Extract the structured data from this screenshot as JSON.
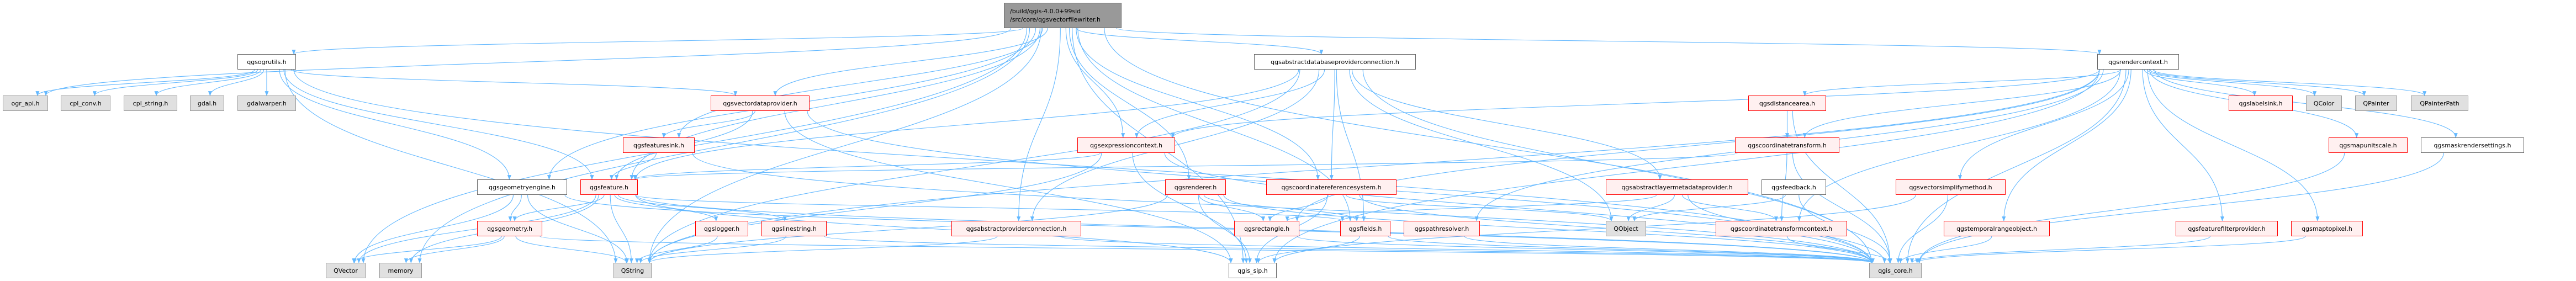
{
  "title": "Include dependency graph",
  "colors": {
    "edge": "#63B8FF",
    "root_fill": "#999999",
    "red_border": "#FF0000",
    "red_fill": "#FFF0F0",
    "ext_fill": "#E0E0E0"
  },
  "root": {
    "id": "root",
    "line1": "/build/qgis-4.0.0+99sid",
    "line2": "/src/core/qgsvectorfilewriter.h"
  },
  "nodes": [
    {
      "id": "ogrutils",
      "label": "qgsogrutils.h",
      "kind": "plain"
    },
    {
      "id": "absdbconn",
      "label": "qgsabstractdatabaseproviderconnection.h",
      "kind": "plain"
    },
    {
      "id": "rendercontext",
      "label": "qgsrendercontext.h",
      "kind": "plain"
    },
    {
      "id": "ogr_api",
      "label": "ogr_api.h",
      "kind": "ext"
    },
    {
      "id": "cpl_conv",
      "label": "cpl_conv.h",
      "kind": "ext"
    },
    {
      "id": "cpl_string",
      "label": "cpl_string.h",
      "kind": "ext"
    },
    {
      "id": "gdal",
      "label": "gdal.h",
      "kind": "ext"
    },
    {
      "id": "gdalwarper",
      "label": "gdalwarper.h",
      "kind": "ext"
    },
    {
      "id": "vectordataprovider",
      "label": "qgsvectordataprovider.h",
      "kind": "red"
    },
    {
      "id": "distancearea",
      "label": "qgsdistancearea.h",
      "kind": "red"
    },
    {
      "id": "labelsink",
      "label": "qgslabelsink.h",
      "kind": "red"
    },
    {
      "id": "QColor",
      "label": "QColor",
      "kind": "ext"
    },
    {
      "id": "QPainter",
      "label": "QPainter",
      "kind": "ext"
    },
    {
      "id": "QPainterPath",
      "label": "QPainterPath",
      "kind": "ext"
    },
    {
      "id": "featuresink",
      "label": "qgsfeaturesink.h",
      "kind": "red"
    },
    {
      "id": "expressioncontext",
      "label": "qgsexpressioncontext.h",
      "kind": "red"
    },
    {
      "id": "coordtransform",
      "label": "qgscoordinatetransform.h",
      "kind": "red"
    },
    {
      "id": "mapunitscale",
      "label": "qgsmapunitscale.h",
      "kind": "red"
    },
    {
      "id": "maskrender",
      "label": "qgsmaskrendersettings.h",
      "kind": "plain"
    },
    {
      "id": "geometryengine",
      "label": "qgsgeometryengine.h",
      "kind": "plain"
    },
    {
      "id": "feature",
      "label": "qgsfeature.h",
      "kind": "red"
    },
    {
      "id": "renderer",
      "label": "qgsrenderer.h",
      "kind": "red"
    },
    {
      "id": "crs",
      "label": "qgscoordinatereferencesystem.h",
      "kind": "red"
    },
    {
      "id": "layermeta",
      "label": "qgsabstractlayermetadataprovider.h",
      "kind": "red"
    },
    {
      "id": "feedback",
      "label": "qgsfeedback.h",
      "kind": "plain"
    },
    {
      "id": "simplify",
      "label": "qgsvectorsimplifymethod.h",
      "kind": "red"
    },
    {
      "id": "geometry",
      "label": "qgsgeometry.h",
      "kind": "red"
    },
    {
      "id": "logger",
      "label": "qgslogger.h",
      "kind": "red"
    },
    {
      "id": "linestring",
      "label": "qgslinestring.h",
      "kind": "red"
    },
    {
      "id": "absprovconn",
      "label": "qgsabstractproviderconnection.h",
      "kind": "red"
    },
    {
      "id": "rectangle",
      "label": "qgsrectangle.h",
      "kind": "red"
    },
    {
      "id": "fields",
      "label": "qgsfields.h",
      "kind": "red"
    },
    {
      "id": "pathresolver",
      "label": "qgspathresolver.h",
      "kind": "red"
    },
    {
      "id": "QObject",
      "label": "QObject",
      "kind": "ext"
    },
    {
      "id": "ctcontext",
      "label": "qgscoordinatetransformcontext.h",
      "kind": "red"
    },
    {
      "id": "temporal",
      "label": "qgstemporalrangeobject.h",
      "kind": "red"
    },
    {
      "id": "featfilter",
      "label": "qgsfeaturefilterprovider.h",
      "kind": "red"
    },
    {
      "id": "maptopixel",
      "label": "qgsmaptopixel.h",
      "kind": "red"
    },
    {
      "id": "QVector",
      "label": "QVector",
      "kind": "ext"
    },
    {
      "id": "memory",
      "label": "memory",
      "kind": "ext"
    },
    {
      "id": "QString",
      "label": "QString",
      "kind": "ext"
    },
    {
      "id": "qgis_sip",
      "label": "qgis_sip.h",
      "kind": "plain"
    },
    {
      "id": "qgis_core",
      "label": "qgis_core.h",
      "kind": "ext"
    }
  ],
  "edges": [
    [
      "root",
      "ogrutils"
    ],
    [
      "root",
      "absdbconn"
    ],
    [
      "root",
      "rendercontext"
    ],
    [
      "root",
      "vectordataprovider"
    ],
    [
      "root",
      "featuresink"
    ],
    [
      "root",
      "feature"
    ],
    [
      "root",
      "renderer"
    ],
    [
      "root",
      "ogr_api"
    ],
    [
      "root",
      "qgis_core"
    ],
    [
      "root",
      "qgis_sip"
    ],
    [
      "root",
      "QString"
    ],
    [
      "root",
      "fields"
    ],
    [
      "root",
      "expressioncontext"
    ],
    [
      "root",
      "geometryengine"
    ],
    [
      "root",
      "absprovconn"
    ],
    [
      "root",
      "crs"
    ],
    [
      "root",
      "memory"
    ],
    [
      "root",
      "QVector"
    ],
    [
      "ogrutils",
      "ogr_api"
    ],
    [
      "ogrutils",
      "cpl_conv"
    ],
    [
      "ogrutils",
      "cpl_string"
    ],
    [
      "ogrutils",
      "gdal"
    ],
    [
      "ogrutils",
      "gdalwarper"
    ],
    [
      "ogrutils",
      "feature"
    ],
    [
      "ogrutils",
      "vectordataprovider"
    ],
    [
      "ogrutils",
      "geometryengine"
    ],
    [
      "ogrutils",
      "qgis_core"
    ],
    [
      "ogrutils",
      "QString"
    ],
    [
      "absdbconn",
      "absprovconn"
    ],
    [
      "absdbconn",
      "crs"
    ],
    [
      "absdbconn",
      "fields"
    ],
    [
      "absdbconn",
      "layermeta"
    ],
    [
      "absdbconn",
      "QObject"
    ],
    [
      "absdbconn",
      "qgis_core"
    ],
    [
      "absdbconn",
      "expressioncontext"
    ],
    [
      "absdbconn",
      "QString"
    ],
    [
      "absdbconn",
      "feature"
    ],
    [
      "rendercontext",
      "distancearea"
    ],
    [
      "rendercontext",
      "coordtransform"
    ],
    [
      "rendercontext",
      "labelsink"
    ],
    [
      "rendercontext",
      "QColor"
    ],
    [
      "rendercontext",
      "QPainter"
    ],
    [
      "rendercontext",
      "QPainterPath"
    ],
    [
      "rendercontext",
      "mapunitscale"
    ],
    [
      "rendercontext",
      "maskrender"
    ],
    [
      "rendercontext",
      "simplify"
    ],
    [
      "rendercontext",
      "temporal"
    ],
    [
      "rendercontext",
      "featfilter"
    ],
    [
      "rendercontext",
      "maptopixel"
    ],
    [
      "rendercontext",
      "ctcontext"
    ],
    [
      "rendercontext",
      "rectangle"
    ],
    [
      "rendercontext",
      "pathresolver"
    ],
    [
      "rendercontext",
      "qgis_core"
    ],
    [
      "rendercontext",
      "qgis_sip"
    ],
    [
      "rendercontext",
      "expressioncontext"
    ],
    [
      "rendercontext",
      "QString"
    ],
    [
      "vectordataprovider",
      "featuresink"
    ],
    [
      "vectordataprovider",
      "feature"
    ],
    [
      "vectordataprovider",
      "qgis_core"
    ],
    [
      "vectordataprovider",
      "qgis_sip"
    ],
    [
      "distancearea",
      "coordtransform"
    ],
    [
      "distancearea",
      "qgis_core"
    ],
    [
      "featuresink",
      "feature"
    ],
    [
      "featuresink",
      "qgis_core"
    ],
    [
      "expressioncontext",
      "feature"
    ],
    [
      "expressioncontext",
      "qgis_core"
    ],
    [
      "expressioncontext",
      "qgis_sip"
    ],
    [
      "expressioncontext",
      "QString"
    ],
    [
      "coordtransform",
      "ctcontext"
    ],
    [
      "coordtransform",
      "qgis_core"
    ],
    [
      "coordtransform",
      "feature"
    ],
    [
      "mapunitscale",
      "qgis_core"
    ],
    [
      "maskrender",
      "qgis_core"
    ],
    [
      "geometryengine",
      "geometry"
    ],
    [
      "geometryengine",
      "QVector"
    ],
    [
      "geometryengine",
      "QString"
    ],
    [
      "geometryengine",
      "qgis_core"
    ],
    [
      "feature",
      "geometry"
    ],
    [
      "feature",
      "fields"
    ],
    [
      "feature",
      "QString"
    ],
    [
      "feature",
      "qgis_core"
    ],
    [
      "feature",
      "qgis_sip"
    ],
    [
      "feature",
      "logger"
    ],
    [
      "feature",
      "linestring"
    ],
    [
      "feature",
      "QVector"
    ],
    [
      "feature",
      "memory"
    ],
    [
      "renderer",
      "rectangle"
    ],
    [
      "renderer",
      "fields"
    ],
    [
      "renderer",
      "qgis_core"
    ],
    [
      "renderer",
      "qgis_sip"
    ],
    [
      "renderer",
      "QString"
    ],
    [
      "crs",
      "rectangle"
    ],
    [
      "crs",
      "qgis_core"
    ],
    [
      "crs",
      "qgis_sip"
    ],
    [
      "crs",
      "QObject"
    ],
    [
      "layermeta",
      "ctcontext"
    ],
    [
      "layermeta",
      "qgis_core"
    ],
    [
      "layermeta",
      "QObject"
    ],
    [
      "layermeta",
      "rectangle"
    ],
    [
      "feedback",
      "QObject"
    ],
    [
      "feedback",
      "qgis_core"
    ],
    [
      "simplify",
      "qgis_core"
    ],
    [
      "simplify",
      "qgis_sip"
    ],
    [
      "geometry",
      "QVector"
    ],
    [
      "geometry",
      "memory"
    ],
    [
      "geometry",
      "QString"
    ],
    [
      "geometry",
      "qgis_core"
    ],
    [
      "logger",
      "QString"
    ],
    [
      "linestring",
      "QString"
    ],
    [
      "linestring",
      "qgis_core"
    ],
    [
      "absprovconn",
      "qgis_core"
    ],
    [
      "absprovconn",
      "QString"
    ],
    [
      "rectangle",
      "qgis_core"
    ],
    [
      "fields",
      "qgis_sip"
    ],
    [
      "fields",
      "qgis_core"
    ],
    [
      "pathresolver",
      "qgis_core"
    ],
    [
      "ctcontext",
      "qgis_core"
    ],
    [
      "temporal",
      "qgis_core"
    ],
    [
      "featfilter",
      "qgis_core"
    ],
    [
      "maptopixel",
      "qgis_core"
    ]
  ]
}
